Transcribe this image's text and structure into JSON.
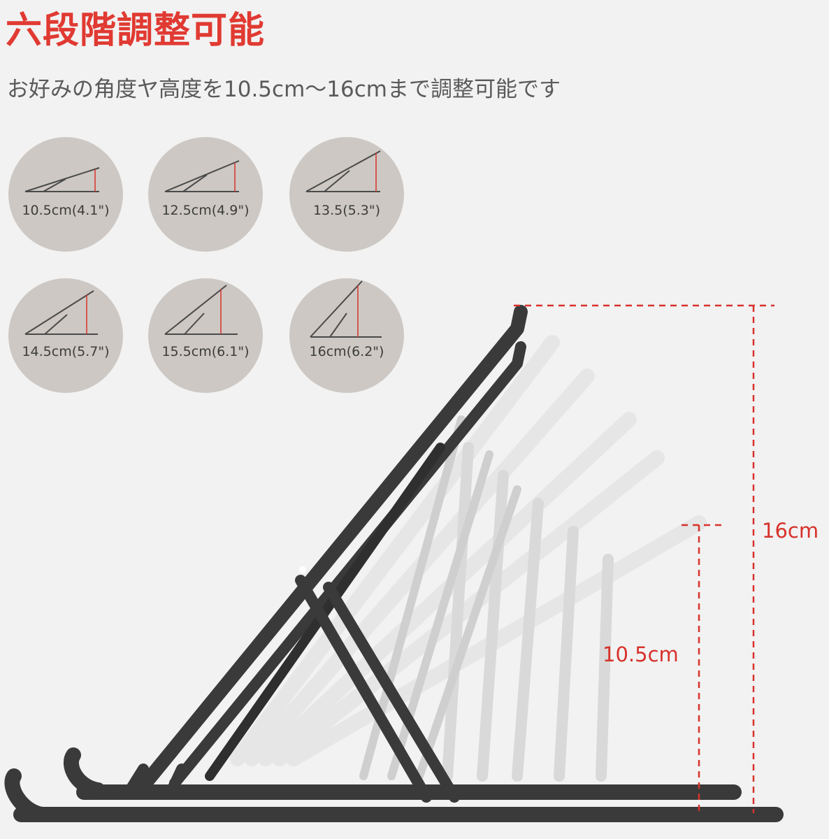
{
  "headline": "六段階調整可能",
  "subtitle": "お好みの角度ヤ高度を10.5cm～16cmまで調整可能です",
  "levels": [
    {
      "label": "10.5cm(4.1\")"
    },
    {
      "label": "12.5cm(4.9\")"
    },
    {
      "label": "13.5(5.3\")"
    },
    {
      "label": "14.5cm(5.7\")"
    },
    {
      "label": "15.5cm(6.1\")"
    },
    {
      "label": "16cm(6.2\")"
    }
  ],
  "measurements": {
    "max_height": "16cm",
    "min_height": "10.5cm"
  },
  "colors": {
    "accent": "#e03a32",
    "dimension": "#d7322b",
    "circle": "#cdc8c3",
    "stand": "#3a3a3a",
    "background": "#f2f2f2"
  }
}
